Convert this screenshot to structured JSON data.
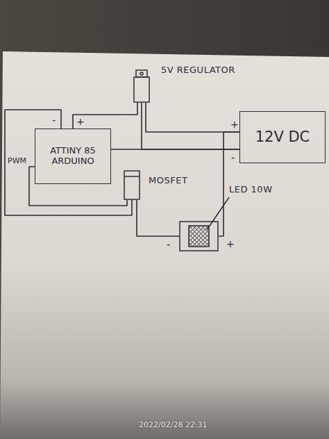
{
  "diagram": {
    "nodes": [
      {
        "text": [
          "5V REGULATOR"
        ]
      },
      {
        "text": [
          "ATTINY 85 ARDUINO"
        ]
      },
      {
        "text": [
          "12V DC"
        ]
      },
      {
        "text": [
          "MOSFET"
        ]
      },
      {
        "text": [
          "LED 10W"
        ]
      }
    ],
    "edges": [
      {
        "from": 1,
        "to": 0,
        "arrow": "none"
      },
      {
        "from": 0,
        "to": 2,
        "arrow": "none"
      },
      {
        "from": 1,
        "to": 2,
        "arrow": "none"
      },
      {
        "from": 1,
        "to": 3,
        "label": "PWM",
        "arrow": "none"
      },
      {
        "from": 3,
        "to": 4,
        "arrow": "none"
      },
      {
        "from": 4,
        "to": 2,
        "arrow": "none"
      },
      {
        "from": 1,
        "to": 3,
        "arrow": "none"
      },
      {
        "from": 0,
        "to": 2,
        "arrow": "none"
      }
    ],
    "labels": [
      "-",
      "+",
      "+",
      "-",
      "-",
      "+",
      "2022/02/28 22:31"
    ]
  }
}
